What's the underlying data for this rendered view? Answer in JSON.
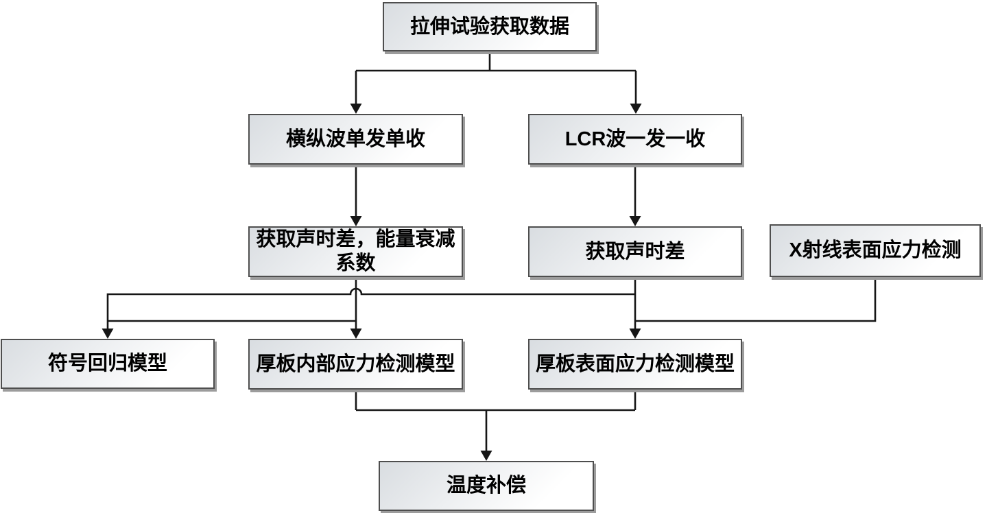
{
  "diagram": {
    "colors": {
      "background": "#ffffff",
      "line": "#161616",
      "node_border": "#4e4e4e",
      "node_fill_top_left": "#d9dde1",
      "node_fill_bottom_right": "#ffffff",
      "node_shadow": "#9c9c9c",
      "text": "#000000"
    },
    "nodes": [
      {
        "id": "tensile-test-data",
        "label": "拉伸试验获取数据"
      },
      {
        "id": "transverse-longitudinal-wave",
        "label": "横纵波单发单收"
      },
      {
        "id": "lcr-wave",
        "label": "LCR波一发一收"
      },
      {
        "id": "acoustic-time-difference-attenuation",
        "label": "获取声时差，能量衰减系数"
      },
      {
        "id": "acoustic-time-difference",
        "label": "获取声时差"
      },
      {
        "id": "xray-surface-stress-detection",
        "label": "X射线表面应力检测"
      },
      {
        "id": "symbolic-regression-model",
        "label": "符号回归模型"
      },
      {
        "id": "plate-internal-stress-model",
        "label": "厚板内部应力检测模型"
      },
      {
        "id": "plate-surface-stress-model",
        "label": "厚板表面应力检测模型"
      },
      {
        "id": "temperature-compensation",
        "label": "温度补偿"
      }
    ],
    "edges": [
      {
        "from": "tensile-test-data",
        "to": "transverse-longitudinal-wave"
      },
      {
        "from": "tensile-test-data",
        "to": "lcr-wave"
      },
      {
        "from": "transverse-longitudinal-wave",
        "to": "acoustic-time-difference-attenuation"
      },
      {
        "from": "lcr-wave",
        "to": "acoustic-time-difference"
      },
      {
        "from": "acoustic-time-difference-attenuation",
        "to": "symbolic-regression-model"
      },
      {
        "from": "acoustic-time-difference-attenuation",
        "to": "plate-internal-stress-model"
      },
      {
        "from": "acoustic-time-difference",
        "to": "symbolic-regression-model"
      },
      {
        "from": "acoustic-time-difference",
        "to": "plate-surface-stress-model"
      },
      {
        "from": "xray-surface-stress-detection",
        "to": "plate-surface-stress-model"
      },
      {
        "from": "plate-internal-stress-model",
        "to": "temperature-compensation"
      },
      {
        "from": "plate-surface-stress-model",
        "to": "temperature-compensation"
      }
    ]
  }
}
